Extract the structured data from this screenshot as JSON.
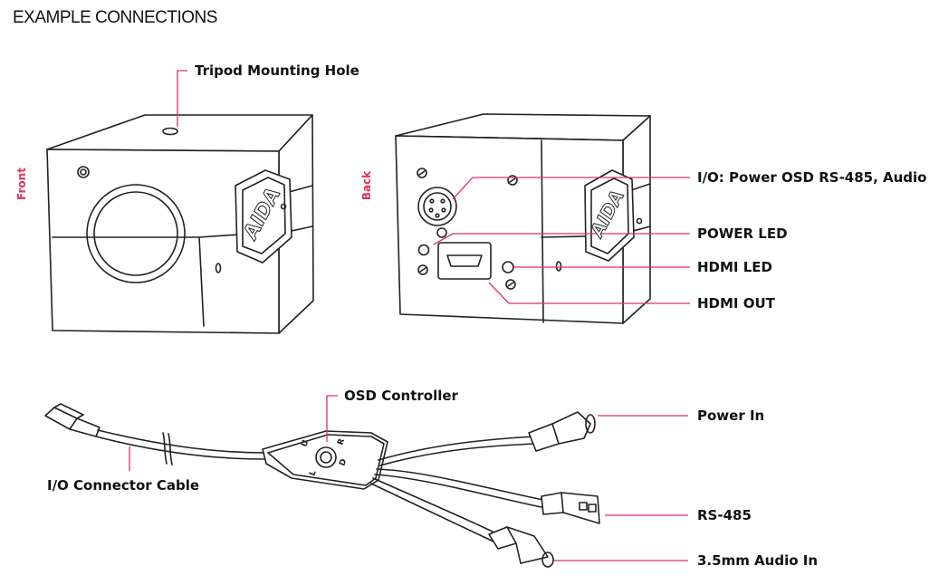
{
  "heading": "EXAMPLE CONNECTIONS",
  "colors": {
    "leader": "#e0325c",
    "line": "#222222",
    "side_label": "#e0325c"
  },
  "camera_front": {
    "side_label": "Front",
    "brand_logo": "AIDA",
    "callouts": {
      "tripod": "Tripod Mounting Hole"
    }
  },
  "camera_back": {
    "side_label": "Back",
    "brand_logo": "AIDA",
    "callouts": {
      "io": "I/O: Power OSD RS-485, Audio",
      "power_led": "POWER LED",
      "hdmi_led": "HDMI LED",
      "hdmi_out": "HDMI OUT"
    }
  },
  "cable": {
    "callouts": {
      "osd": "OSD Controller",
      "io_cable": "I/O Connector Cable",
      "power_in": "Power In",
      "rs485": "RS-485",
      "audio_in": "3.5mm Audio In"
    },
    "osd_button_letters": {
      "up": "U",
      "down": "D",
      "left": "L",
      "right": "R"
    }
  }
}
